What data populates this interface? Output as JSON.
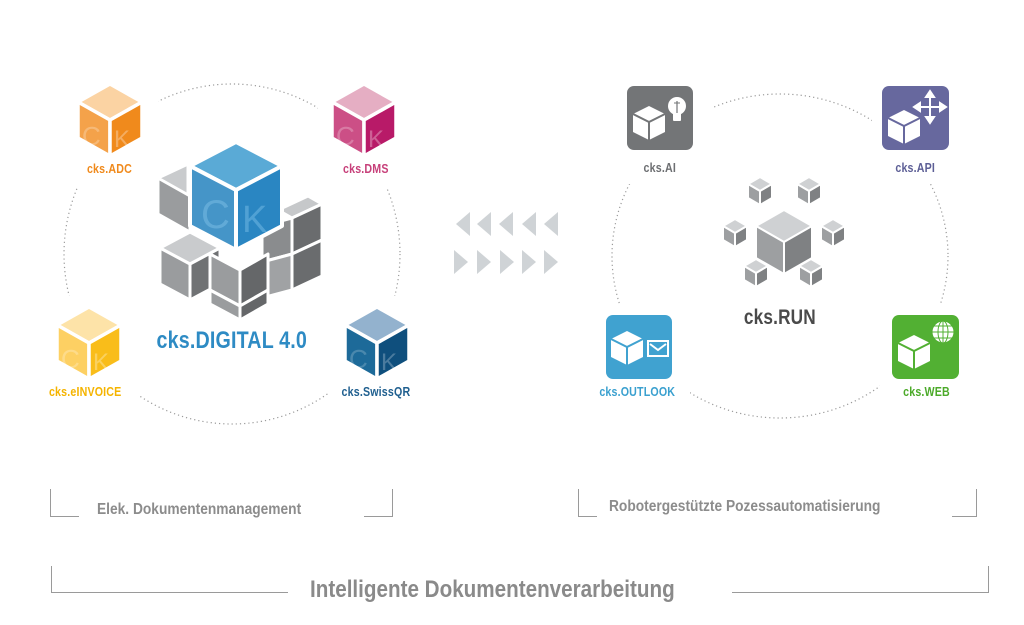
{
  "left_group": {
    "center": {
      "label": "cks.DIGITAL 4.0",
      "color": "#2e8bc4",
      "logo_letters": "CK"
    },
    "modules": [
      {
        "id": "adc",
        "label": "cks.ADC",
        "color": "#f08a1c",
        "top": "#fbd3a3",
        "left": "#f4a24a",
        "right": "#f08a1c"
      },
      {
        "id": "dms",
        "label": "cks.DMS",
        "color": "#c7407a",
        "top": "#e5aec3",
        "left": "#cc4f86",
        "right": "#b81a68"
      },
      {
        "id": "einvoice",
        "label": "cks.eINVOICE",
        "color": "#f5b400",
        "top": "#fde3a8",
        "left": "#fdd063",
        "right": "#f9bd1a"
      },
      {
        "id": "swissqr",
        "label": "cks.SwissQR",
        "color": "#1f5f8f",
        "top": "#93b2ce",
        "left": "#1d6a99",
        "right": "#0f4f7d"
      }
    ],
    "caption": "Elek. Dokumentenmanagement"
  },
  "arrows": {
    "left_count": 5,
    "right_count": 5,
    "color": "#cfd3d6"
  },
  "right_group": {
    "center": {
      "label": "cks.RUN"
    },
    "modules": [
      {
        "id": "ai",
        "label": "cks.AI",
        "color": "#6d6f72",
        "bg": "#737577",
        "icon": "lightbulb-icon"
      },
      {
        "id": "api",
        "label": "cks.API",
        "color": "#5d5f96",
        "bg": "#67689e",
        "icon": "move-arrows-icon"
      },
      {
        "id": "outlook",
        "label": "cks.OUTLOOK",
        "color": "#3aa0cf",
        "bg": "#40a2d0",
        "icon": "envelope-icon"
      },
      {
        "id": "web",
        "label": "cks.WEB",
        "color": "#4caa2a",
        "bg": "#52b033",
        "icon": "globe-icon"
      }
    ],
    "caption": "Robotergestützte Pozessautomatisierung"
  },
  "footer": {
    "caption": "Intelligente Dokumentenverarbeitung"
  }
}
